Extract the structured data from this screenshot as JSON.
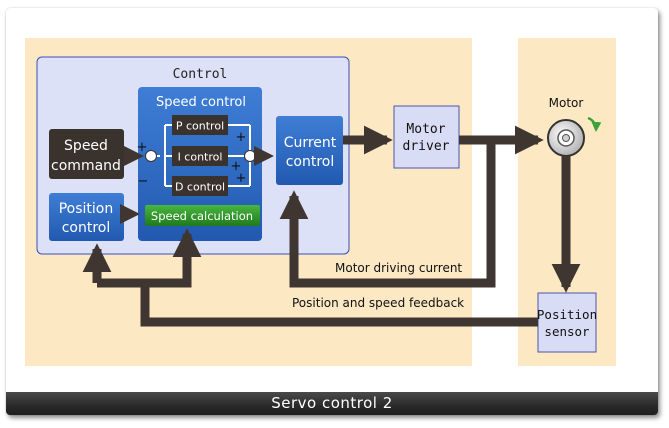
{
  "caption": "Servo control 2",
  "diagram": {
    "control_group_label": "Control",
    "speed_control_label": "Speed control",
    "speed_command": [
      "Speed",
      "command"
    ],
    "position_control": [
      "Position",
      "control"
    ],
    "p_control": "P control",
    "i_control": "I control",
    "d_control": "D control",
    "speed_calculation": "Speed calculation",
    "current_control": [
      "Current",
      "control"
    ],
    "motor_driver": [
      "Motor",
      "driver"
    ],
    "motor": "Motor",
    "position_sensor": [
      "Position",
      "sensor"
    ],
    "motor_driving_current": "Motor driving current",
    "position_speed_feedback": "Position and speed feedback",
    "signs": {
      "plus": "+",
      "minus": "−"
    }
  },
  "colors": {
    "panel_bg": "#fde8c4",
    "control_bg": "#dde1f8",
    "block_blue": "#2e6bc4",
    "block_dark": "#3a322d",
    "arrow": "#403631",
    "speed_calc_green": "#2f9a2c",
    "light_block": "#d9dcf5"
  }
}
